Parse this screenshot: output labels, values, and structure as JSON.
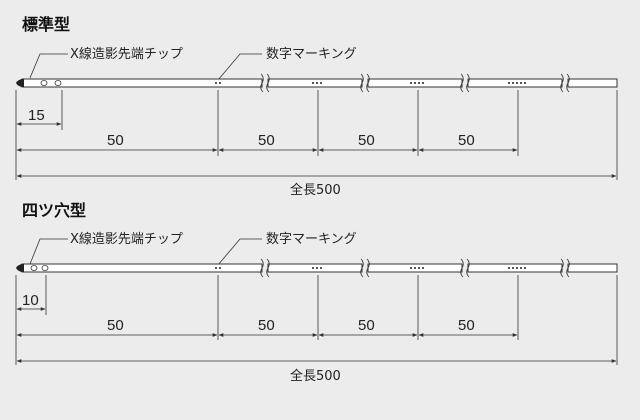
{
  "sections": [
    {
      "title": "標準型",
      "tip_label": "X線造影先端チップ",
      "marking_label": "数字マーキング",
      "tip_dim": "15",
      "segment_dims": [
        "50",
        "50",
        "50",
        "50"
      ],
      "total_label": "全長500",
      "tip_holes": 2,
      "marking_dots": [
        2,
        3,
        4,
        5
      ]
    },
    {
      "title": "四ツ穴型",
      "tip_label": "X線造影先端チップ",
      "marking_label": "数字マーキング",
      "tip_dim": "10",
      "segment_dims": [
        "50",
        "50",
        "50",
        "50"
      ],
      "total_label": "全長500",
      "tip_holes": 2,
      "marking_dots": [
        2,
        3,
        4,
        5
      ]
    }
  ]
}
